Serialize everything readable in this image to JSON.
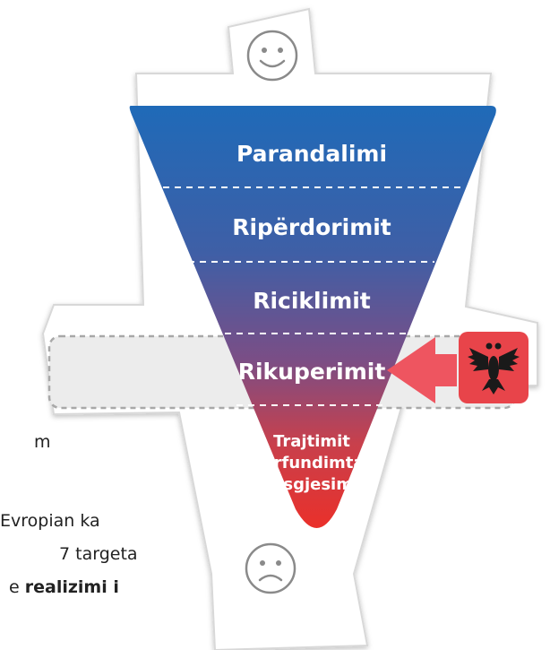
{
  "diagram": {
    "levels": [
      {
        "label": "Parandalimi"
      },
      {
        "label": "Ripërdorimit"
      },
      {
        "label": "Riciklimit"
      },
      {
        "label": "Rikuperimit"
      },
      {
        "label_lines": [
          "Trajtimit",
          "përfundimtar",
          "/Asgjesimi"
        ]
      }
    ],
    "top_face": "smiley-face-icon",
    "bottom_face": "sad-face-icon",
    "marker": {
      "icon": "albania-eagle-flag-icon",
      "highlighted_level": "Rikuperimit"
    },
    "colors": {
      "top": "#1f6ab8",
      "middle": "#5c5a98",
      "bottom": "#e8312a",
      "arrow": "#ee5560",
      "flag": "#e8444a",
      "highlight": "#ececec"
    }
  },
  "cropped_text": {
    "line1_tail": "m",
    "line2_tail": "Evropian ka",
    "line3_tail": "7 targeta",
    "line4_tail_plain": "e",
    "line4_tail_bold": "realizimi i"
  }
}
